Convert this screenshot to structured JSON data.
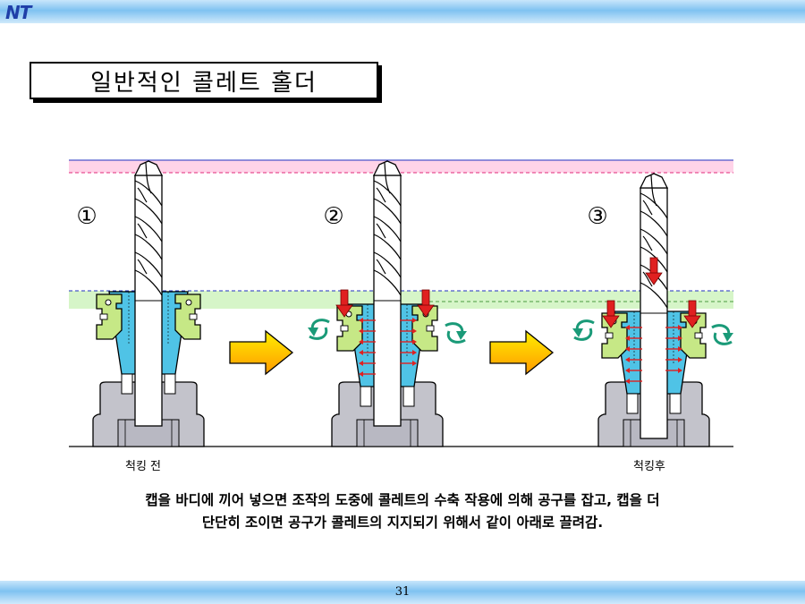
{
  "header": {
    "logo_text": "NT"
  },
  "title": "일반적인 콜레트 홀더",
  "steps": [
    {
      "number": "①",
      "caption": "척킹 전"
    },
    {
      "number": "②",
      "caption": ""
    },
    {
      "number": "③",
      "caption": "척킹후"
    }
  ],
  "description": {
    "line1": "캡을 바디에 끼어 넣으면 조작의 도중에 콜레트의 수축 작용에 의해 공구를 잡고, 캡을 더",
    "line2": "단단히 조이면 공구가 콜레트의 지지되기 위해서 같이 아래로 끌려감."
  },
  "page_number": "31",
  "colors": {
    "band": "#7fc2f1",
    "logo": "#1f3fa8",
    "collet": "#4fc3e6",
    "cap": "#c6e886",
    "body": "#c3c3cb",
    "force_arrow": "#e02020",
    "rotation_arrow": "#1a9a78",
    "flow_arrow_top": "#ffee00",
    "flow_arrow_bottom": "#ff9a00",
    "pink_zone": "#ffd3e8",
    "green_zone": "#d6f5c8"
  }
}
